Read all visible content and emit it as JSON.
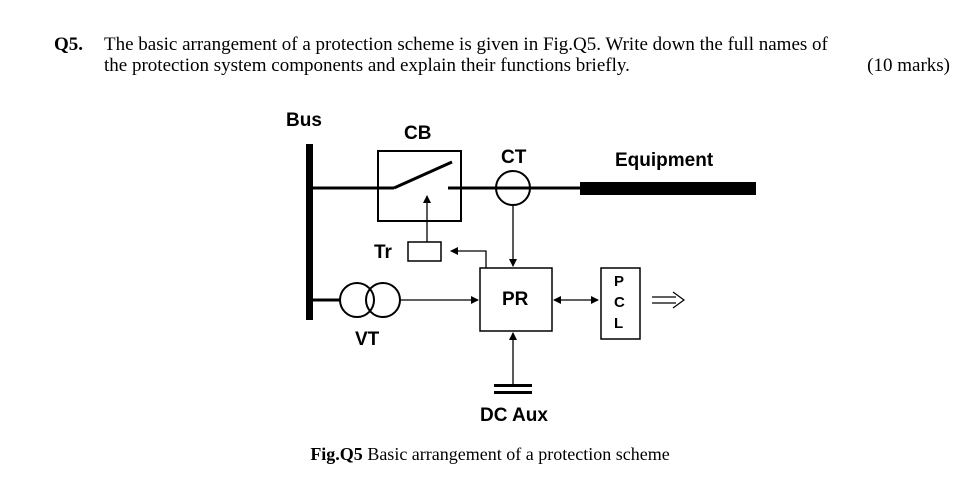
{
  "question": {
    "number": "Q5.",
    "line1": "The basic arrangement of a protection scheme is given in Fig.Q5. Write down the full names of",
    "line2": "the protection system components and explain their functions briefly.",
    "marks": "(10 marks)"
  },
  "diagram": {
    "labels": {
      "bus": "Bus",
      "cb": "CB",
      "ct": "CT",
      "equipment": "Equipment",
      "tr": "Tr",
      "vt": "VT",
      "pr": "PR",
      "pcl": [
        "P",
        "C",
        "L"
      ],
      "dc_aux": "DC Aux",
      "output_arrow": "⟹"
    }
  },
  "caption": {
    "fig_label": "Fig.Q5",
    "text": " Basic arrangement of a protection scheme"
  }
}
